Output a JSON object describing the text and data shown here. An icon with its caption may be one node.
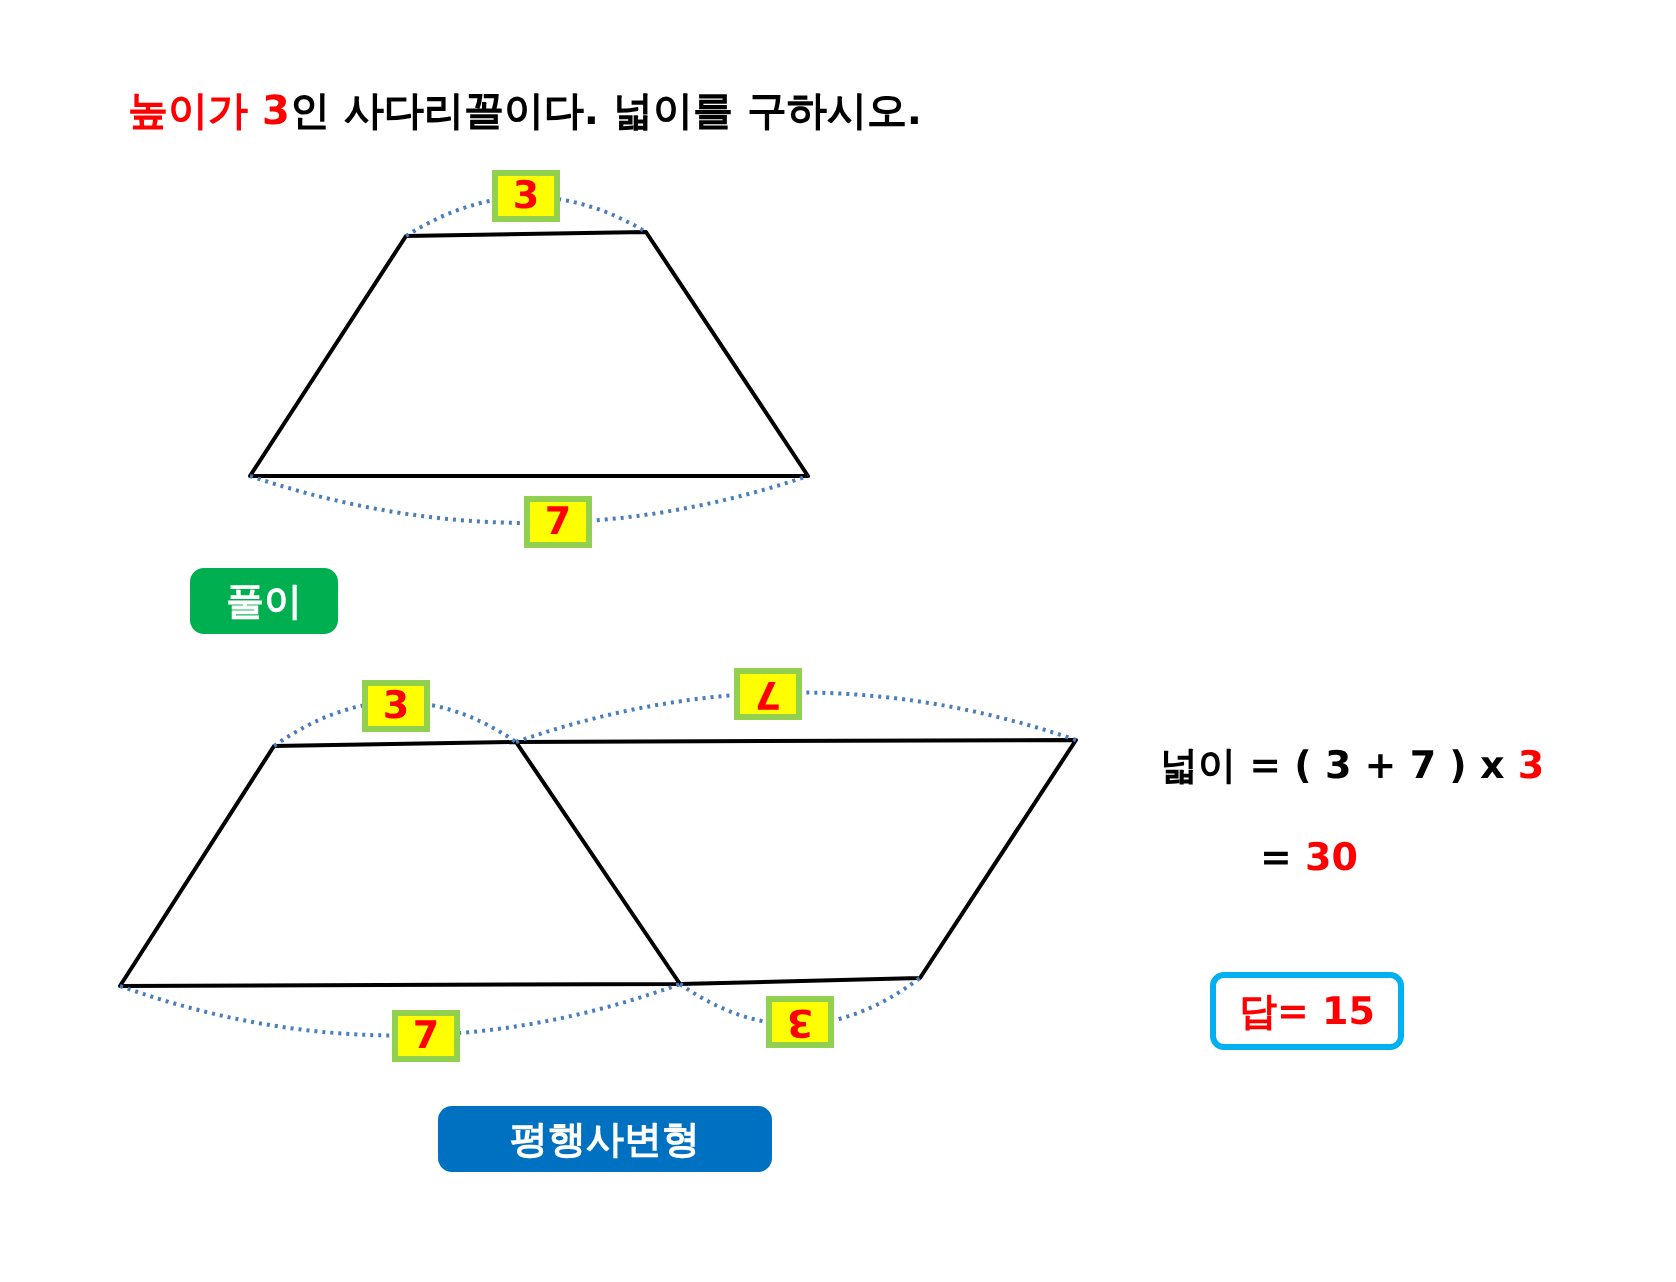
{
  "diagram": {
    "title": "높이가 3인 사다리꼴이다. 넓이를 구하시오.",
    "nodes": [
      {
        "text": [
          "3"
        ]
      },
      {
        "text": [
          "7"
        ]
      },
      {
        "text": [
          "풀이"
        ]
      },
      {
        "text": [
          "3"
        ]
      },
      {
        "text": [
          "7"
        ]
      },
      {
        "text": [
          "7"
        ]
      },
      {
        "text": [
          "3"
        ]
      },
      {
        "text": [
          "평행사변형"
        ]
      },
      {
        "text": [
          "답= 15"
        ]
      }
    ],
    "labels": [
      "넓이 = ( 3 + 7 ) x 3",
      "= 30"
    ]
  }
}
